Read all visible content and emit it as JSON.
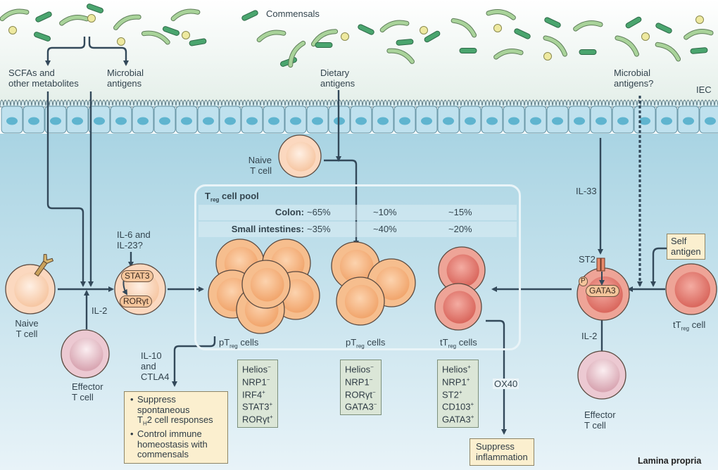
{
  "region_labels": {
    "commensals": "Commensals",
    "iec": "IEC",
    "lamina_propria": "Lamina propria"
  },
  "inputs": {
    "scfa": [
      "SCFAs and",
      "other metabolites"
    ],
    "microbial_antigens": [
      "Microbial",
      "antigens"
    ],
    "dietary_antigens": [
      "Dietary",
      "antigens"
    ],
    "microbial_antigens_q": [
      "Microbial",
      "antigens?"
    ]
  },
  "cells": {
    "naive_left": [
      "Naive",
      "T cell"
    ],
    "naive_center": [
      "Naive",
      "T cell"
    ],
    "effector_left": [
      "Effector",
      "T cell"
    ],
    "effector_right": [
      "Effector",
      "T cell"
    ],
    "ttreg_cell_prefix": "tT",
    "ttreg_cell_sub": "reg",
    "ttreg_cell_suffix": " cell"
  },
  "signals": {
    "il2_left": "IL-2",
    "il2_right": "IL-2",
    "il6_il23": [
      "IL-6 and",
      "IL-23?"
    ],
    "il33": "IL-33",
    "st2": "ST2",
    "stat3": "STAT3",
    "rorgt": "RORγt",
    "gata3": "GATA3",
    "phospho": "P",
    "il10_ctla4": [
      "IL-10",
      "and",
      "CTLA4"
    ],
    "ox40": "OX40",
    "self_antigen": [
      "Self",
      "antigen"
    ]
  },
  "treg_pool": {
    "title_prefix": "T",
    "title_sub": "reg",
    "title_suffix": " cell pool",
    "rows": [
      {
        "label": "Colon:",
        "values": [
          "~65%",
          "~10%",
          "~15%"
        ]
      },
      {
        "label": "Small intestines:",
        "values": [
          "~35%",
          "~40%",
          "~20%"
        ]
      }
    ],
    "groups": [
      {
        "prefix": "pT",
        "sub": "reg",
        "suffix": " cells"
      },
      {
        "prefix": "pT",
        "sub": "reg",
        "suffix": " cells"
      },
      {
        "prefix": "tT",
        "sub": "reg",
        "suffix": " cells"
      }
    ]
  },
  "markers": [
    [
      {
        "n": "Helios",
        "s": "−"
      },
      {
        "n": "NRP1",
        "s": "−"
      },
      {
        "n": "IRF4",
        "s": "+"
      },
      {
        "n": "STAT3",
        "s": "+"
      },
      {
        "n": "RORγt",
        "s": "+"
      }
    ],
    [
      {
        "n": "Helios",
        "s": "−"
      },
      {
        "n": "NRP1",
        "s": "−"
      },
      {
        "n": "RORγt",
        "s": "−"
      },
      {
        "n": "GATA3",
        "s": "−"
      }
    ],
    [
      {
        "n": "Helios",
        "s": "+"
      },
      {
        "n": "NRP1",
        "s": "+"
      },
      {
        "n": "ST2",
        "s": "+"
      },
      {
        "n": "CD103",
        "s": "+"
      },
      {
        "n": "GATA3",
        "s": "+"
      }
    ]
  ],
  "functions": {
    "left_bullets": [
      [
        "Suppress",
        "spontaneous",
        "T_H2 cell responses"
      ],
      [
        "Control immune",
        "homeostasis with",
        "commensals"
      ]
    ],
    "right": [
      "Suppress",
      "inflammation"
    ]
  },
  "colors": {
    "lumen_top": "#ffffff",
    "lumen_bottom": "#e4efe9",
    "lamina_top": "#a9d4e3",
    "lamina_bottom": "#e8f3f8",
    "epithelium": "#bfe1ee",
    "nucleus": "#5fb4cf",
    "arrow": "#33495a",
    "bacteria_light": "#a9d39a",
    "bacteria_dark": "#4aa56e",
    "coccus": "#eee9a0",
    "ptreg": "#f6be8e",
    "ttreg": "#e88e84",
    "naive": "#fbd8bf",
    "effector": "#ecc9d2",
    "marker_box": "#dbe6d7",
    "function_box": "#fbefcf"
  }
}
